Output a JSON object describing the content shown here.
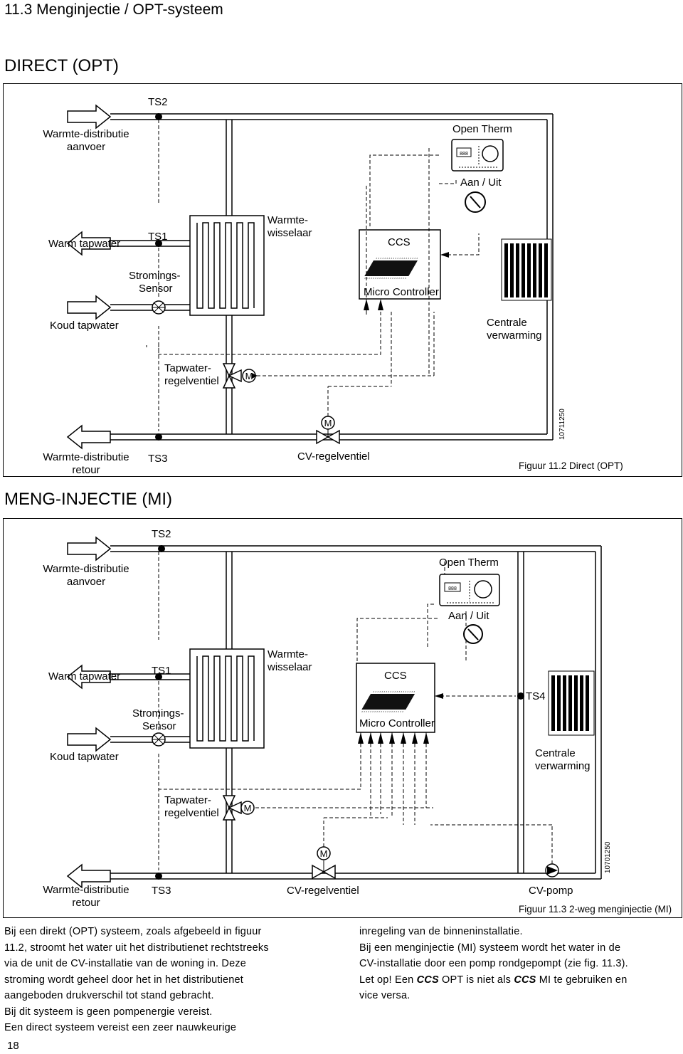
{
  "page": {
    "section_title": "11.3 Menginjectie / OPT-systeem",
    "page_number": "18"
  },
  "diagram_direct": {
    "heading": "DIRECT (OPT)",
    "labels": {
      "ts2": "TS2",
      "ts1": "TS1",
      "ts3": "TS3",
      "supply_line1": "Warmte-distributie",
      "supply_line2": "aanvoer",
      "warm_tap": "Warm tapwater",
      "flow_sensor_line1": "Stromings-",
      "flow_sensor_line2": "Sensor",
      "cold_tap": "Koud tapwater",
      "exchanger_line1": "Warmte-",
      "exchanger_line2": "wisselaar",
      "tap_valve_line1": "Tapwater-",
      "tap_valve_line2": "regelventiel",
      "return_line1": "Warmte-distributie",
      "return_line2": "retour",
      "open_therm": "Open Therm",
      "on_off": "Aan / Uit",
      "ccs": "CCS",
      "micro_controller": "Micro Controller",
      "central_heating_line1": "Centrale",
      "central_heating_line2": "verwarming",
      "cv_valve": "CV-regelventiel",
      "motor": "M",
      "display": "888",
      "doc_number": "10711250"
    },
    "caption": "Figuur 11.2 Direct (OPT)"
  },
  "diagram_mi": {
    "heading": "MENG-INJECTIE (MI)",
    "labels": {
      "ts2": "TS2",
      "ts1": "TS1",
      "ts3": "TS3",
      "ts4": "TS4",
      "supply_line1": "Warmte-distributie",
      "supply_line2": "aanvoer",
      "warm_tap": "Warm tapwater",
      "flow_sensor_line1": "Stromings-",
      "flow_sensor_line2": "Sensor",
      "cold_tap": "Koud tapwater",
      "exchanger_line1": "Warmte-",
      "exchanger_line2": "wisselaar",
      "tap_valve_line1": "Tapwater-",
      "tap_valve_line2": "regelventiel",
      "return_line1": "Warmte-distributie",
      "return_line2": "retour",
      "open_therm": "Open Therm",
      "on_off": "Aan / Uit",
      "ccs": "CCS",
      "micro_controller": "Micro Controller",
      "central_heating_line1": "Centrale",
      "central_heating_line2": "verwarming",
      "cv_valve": "CV-regelventiel",
      "cv_pump": "CV-pomp",
      "motor": "M",
      "display": "888",
      "doc_number": "10701250"
    },
    "caption": "Figuur 11.3 2-weg menginjectie (MI)"
  },
  "body_text": {
    "left_lines": [
      "Bij een direkt (OPT) systeem, zoals afgebeeld in figuur",
      "11.2, stroomt het water uit het distributienet rechtstreeks",
      "via de unit de CV-installatie van de woning in. Deze",
      "stroming wordt geheel door het in het distributienet",
      "aangeboden drukverschil tot stand gebracht.",
      "Bij dit systeem is geen pompenergie vereist.",
      "Een direct systeem vereist een zeer nauwkeurige"
    ],
    "right_lines": [
      "inregeling van de binneninstallatie.",
      "Bij een menginjectie (MI) systeem wordt het water in de",
      "CV-installatie door een pomp rondgepompt (zie fig. 11.3)."
    ],
    "note_prefix": "Let op! Een ",
    "note_ccs_1": "CCS",
    "note_middle": " OPT is niet als ",
    "note_ccs_2": "CCS",
    "note_suffix": " MI te gebruiken en",
    "note_last_line": "vice versa."
  }
}
